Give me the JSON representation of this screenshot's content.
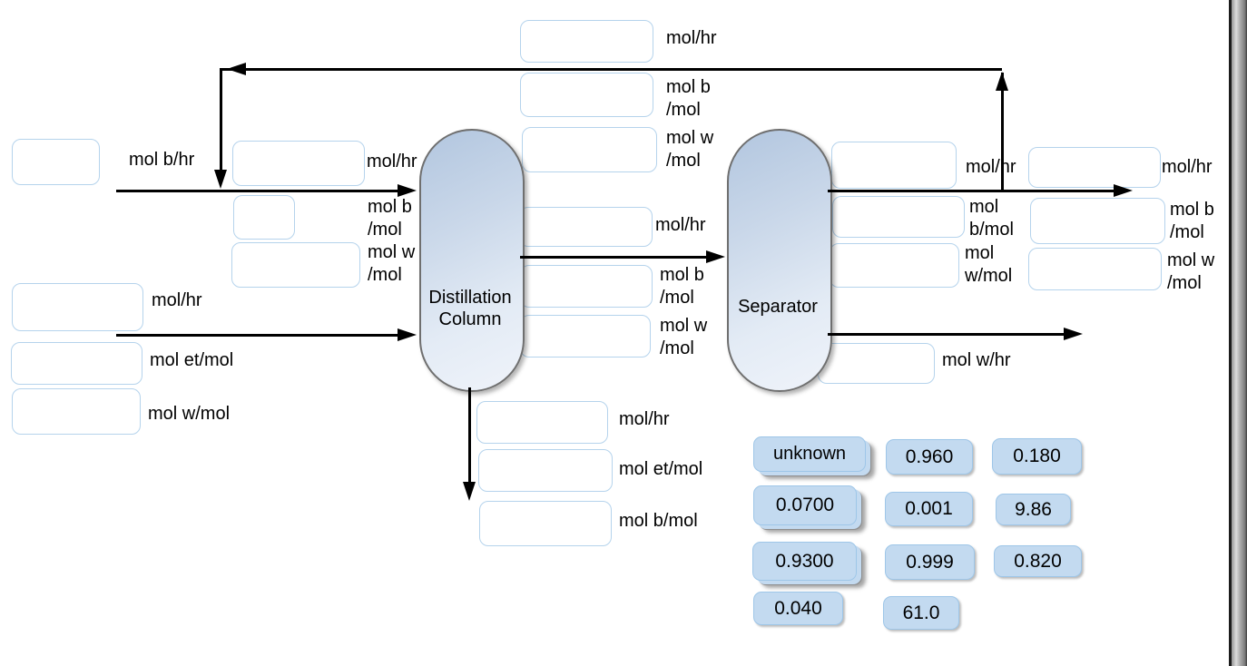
{
  "colors": {
    "chip_fill": "#c3daf0",
    "chip_border": "#9ec6e8",
    "slot_fill": "#ffffff",
    "slot_border": "#b5d3ec",
    "vessel_border": "#6f6f6f",
    "vessel_top": "#b2c6df",
    "vessel_bottom": "#eff3fa",
    "arrow": "#000000",
    "text": "#000000"
  },
  "vessels": {
    "column": {
      "label": "Distillation\nColumn"
    },
    "separator": {
      "label": "Separator"
    }
  },
  "slots": {
    "fresh_feed_b_rate": {
      "unit": "mol b/hr"
    },
    "combined_feed_rate": {
      "unit": "mol/hr"
    },
    "combined_feed_xb": {
      "unit": "mol b\n/mol"
    },
    "combined_feed_xw": {
      "unit": "mol w\n/mol"
    },
    "ethanol_feed_rate": {
      "unit": "mol/hr"
    },
    "ethanol_feed_xet": {
      "unit": "mol et/mol"
    },
    "ethanol_feed_xw": {
      "unit": "mol w/mol"
    },
    "recycle_rate": {
      "unit": "mol/hr"
    },
    "recycle_xb": {
      "unit": "mol b\n/mol"
    },
    "recycle_xw": {
      "unit": "mol w\n/mol"
    },
    "overhead_rate": {
      "unit": "mol/hr"
    },
    "overhead_xb": {
      "unit": "mol b\n/mol"
    },
    "overhead_xw": {
      "unit": "mol w\n/mol"
    },
    "bottoms_rate": {
      "unit": "mol/hr"
    },
    "bottoms_xet": {
      "unit": "mol et/mol"
    },
    "bottoms_xb": {
      "unit": "mol b/mol"
    },
    "sep_overhead_rate": {
      "unit": "mol/hr"
    },
    "sep_overhead_xb": {
      "unit": "mol\nb/mol"
    },
    "sep_overhead_xw": {
      "unit": "mol\nw/mol"
    },
    "product_rate": {
      "unit": "mol/hr"
    },
    "product_xb": {
      "unit": "mol b\n/mol"
    },
    "product_xw": {
      "unit": "mol w\n/mol"
    },
    "sep_bottoms_rate": {
      "unit": "mol w/hr"
    }
  },
  "chips": [
    {
      "label": "unknown",
      "stacked": true
    },
    {
      "label": "0.960",
      "stacked": false
    },
    {
      "label": "0.180",
      "stacked": false
    },
    {
      "label": "0.0700",
      "stacked": true
    },
    {
      "label": "0.001",
      "stacked": false
    },
    {
      "label": "9.86",
      "stacked": false
    },
    {
      "label": "0.9300",
      "stacked": true
    },
    {
      "label": "0.999",
      "stacked": false
    },
    {
      "label": "0.820",
      "stacked": false
    },
    {
      "label": "0.040",
      "stacked": false
    },
    {
      "label": "61.0",
      "stacked": false
    }
  ]
}
